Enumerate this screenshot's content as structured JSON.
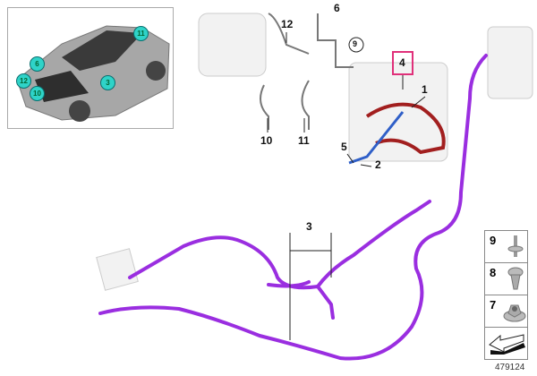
{
  "inset": {
    "badges": [
      "11",
      "6",
      "12",
      "10",
      "3"
    ]
  },
  "callouts": {
    "c1": "1",
    "c2": "2",
    "c3": "3",
    "c4": "4",
    "c5": "5",
    "c6": "6",
    "c9": "9",
    "c10": "10",
    "c11": "11",
    "c12": "12"
  },
  "legend": {
    "items": [
      {
        "number": "9",
        "icon": "stud-bolt-icon"
      },
      {
        "number": "8",
        "icon": "expanding-nut-icon"
      },
      {
        "number": "7",
        "icon": "hex-flange-nut-icon"
      },
      {
        "number": "",
        "icon": "arrow-icon"
      }
    ]
  },
  "part_number": "479124",
  "colors": {
    "cable": "#9a2ee0",
    "highlight": "#e0307a",
    "badge": "#2fd3c8"
  }
}
